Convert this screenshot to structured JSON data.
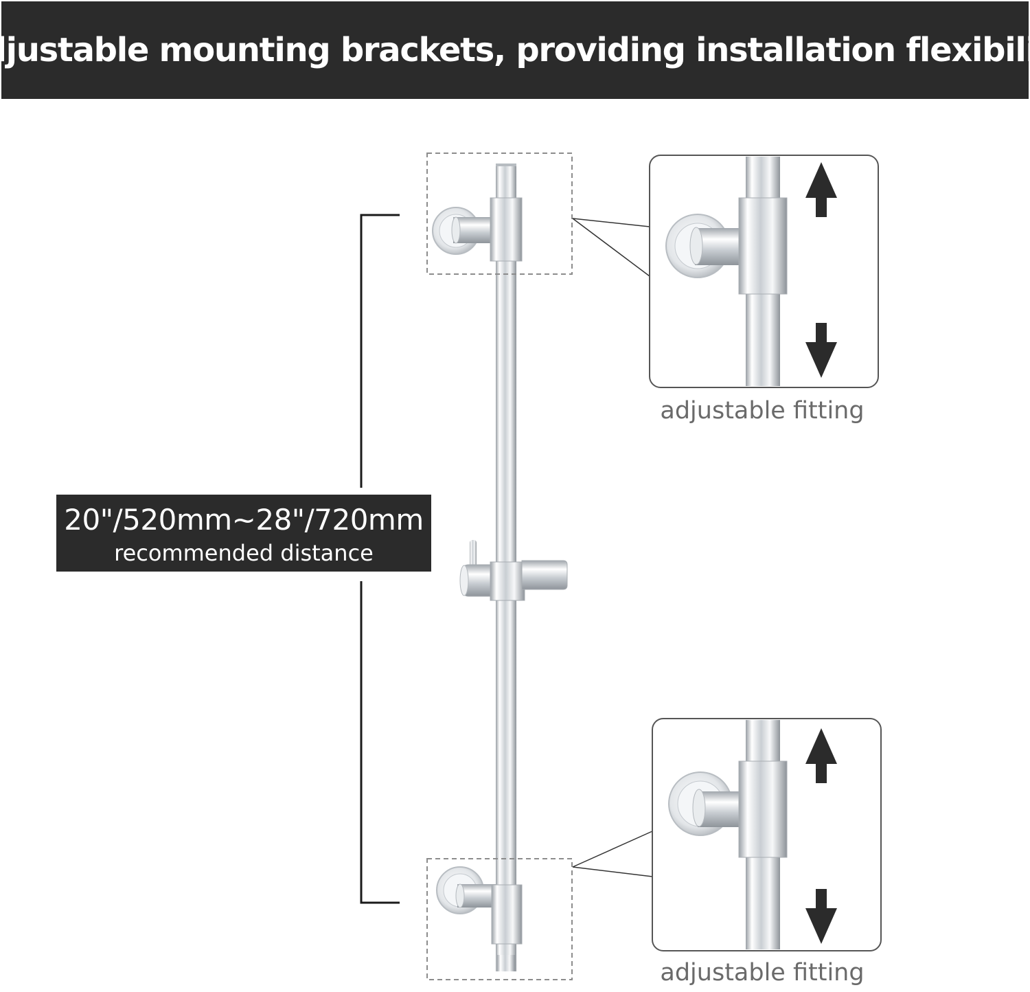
{
  "banner": {
    "title": "Adjustable mounting brackets, providing installation flexibility"
  },
  "distance": {
    "value": "20\"/520mm~28\"/720mm",
    "caption": "recommended distance"
  },
  "callouts": [
    {
      "label": "adjustable fitting"
    },
    {
      "label": "adjustable fitting"
    }
  ],
  "colors": {
    "banner_bg": "#2b2b2b",
    "banner_text": "#ffffff",
    "label_text": "#6a6a6a",
    "chrome_light": "#f4f6f8",
    "chrome_dark": "#9aa0a6"
  },
  "icons": [
    "up-arrow-icon",
    "down-arrow-icon"
  ]
}
